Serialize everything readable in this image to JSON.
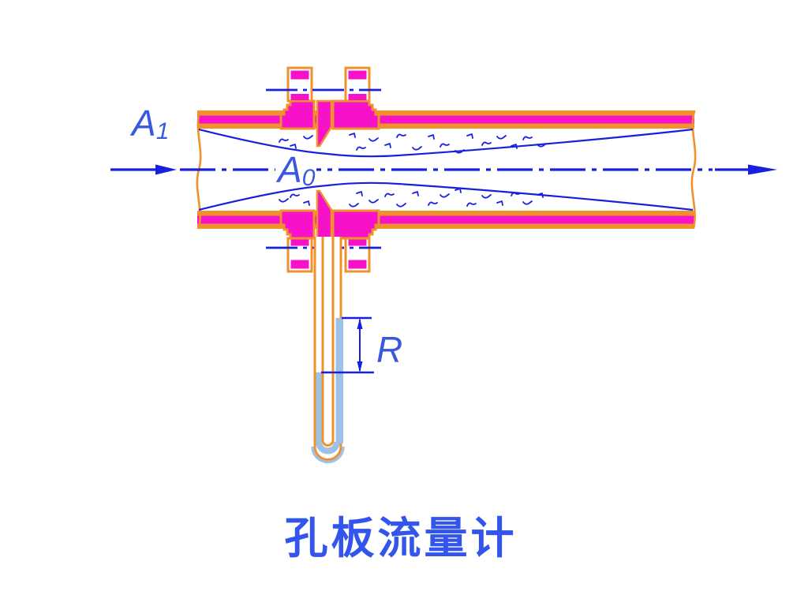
{
  "title": {
    "text": "孔板流量计"
  },
  "labels": {
    "a1_main": "A",
    "a1_sub": "1",
    "a0_main": "A",
    "a0_sub": "0",
    "r": "R"
  },
  "icons": {
    "flow_direction_left": "flow-arrow-right",
    "flow_direction_right": "flow-arrow-right"
  },
  "colors": {
    "magenta": "#F711C8",
    "orange": "#F0912C",
    "blue": "#1620DE",
    "labelBlue": "#3A57E0",
    "titleBlue": "#3355EC",
    "fluid": "#9CC2E8",
    "bg": "#FFFFFF"
  }
}
